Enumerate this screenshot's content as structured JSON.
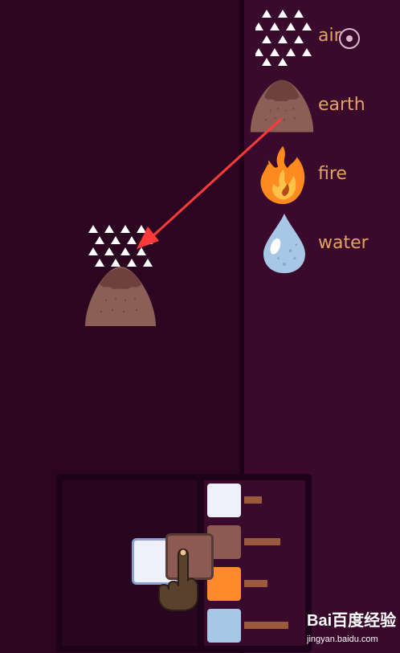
{
  "elements": [
    {
      "label": "air",
      "icon": "air-icon"
    },
    {
      "label": "earth",
      "icon": "earth-icon"
    },
    {
      "label": "fire",
      "icon": "fire-icon"
    },
    {
      "label": "water",
      "icon": "water-icon"
    }
  ],
  "placed": {
    "icon": "dust-icon"
  },
  "tutorial": {
    "swatches": [
      {
        "color": "#eef0fb",
        "bar_fraction": 0.32
      },
      {
        "color": "#8c5a52",
        "bar_fraction": 0.64
      },
      {
        "color": "#ff8a2a",
        "bar_fraction": 0.42
      },
      {
        "color": "#a6c7e6",
        "bar_fraction": 0.78
      }
    ]
  },
  "watermark": {
    "logo": "Bai百度经验",
    "url": "jingyan.baidu.com"
  },
  "colors": {
    "background": "#2c0521",
    "sidebar": "#3a0a2c",
    "label": "#e3a25f",
    "arrow": "#ff3a3a"
  }
}
